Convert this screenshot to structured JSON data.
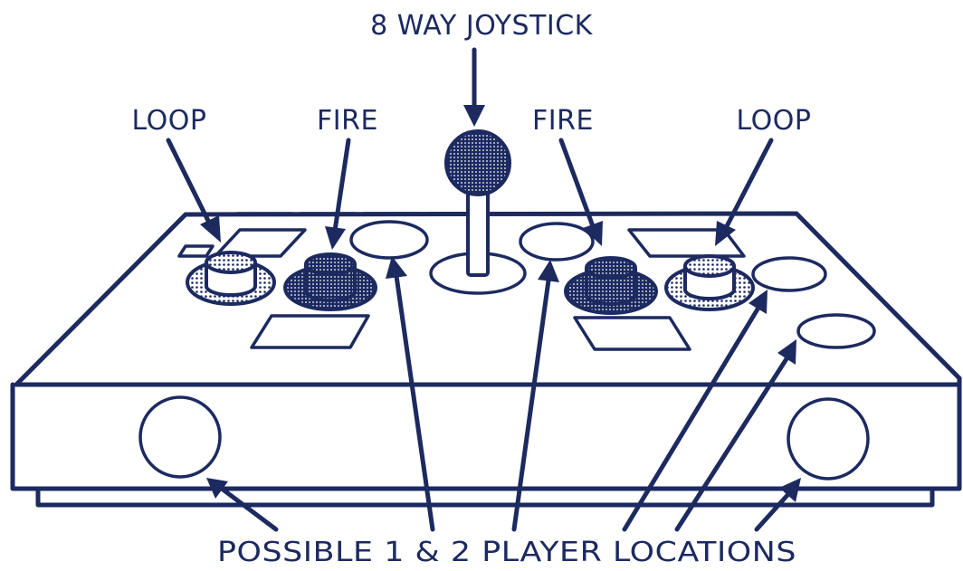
{
  "labels": {
    "joystick": "8 WAY JOYSTICK",
    "loop_left": "LOOP",
    "fire_left": "FIRE",
    "fire_right": "FIRE",
    "loop_right": "LOOP",
    "locations": "POSSIBLE 1 & 2 PLAYER LOCATIONS"
  },
  "colors": {
    "ink": "#1c2a60",
    "paper": "#ffffff"
  }
}
